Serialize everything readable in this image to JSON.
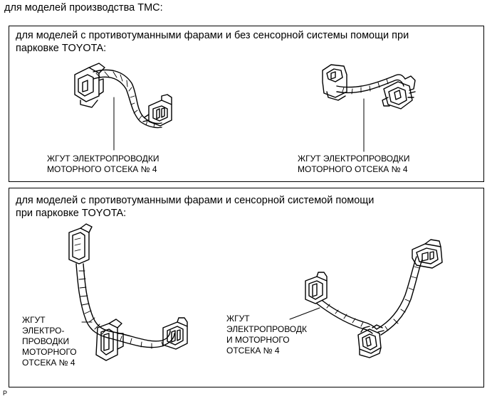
{
  "heading": "для моделей производства TMC:",
  "panel1": {
    "title_line1": "для моделей с противотуманными фарами и без сенсорной системы помощи при",
    "title_line2": "парковке TOYOTA:",
    "left_label": [
      "ЖГУТ ЭЛЕКТРОПРОВОДКИ",
      "МОТОРНОГО ОТСЕКА № 4"
    ],
    "right_label": [
      "ЖГУТ ЭЛЕКТРОПРОВОДКИ",
      "МОТОРНОГО ОТСЕКА № 4"
    ]
  },
  "panel2": {
    "title_line1": "для моделей с противотуманными фарами и сенсорной системой помощи",
    "title_line2": "при парковке TOYOTA:",
    "left_label": [
      "ЖГУТ",
      "ЭЛЕКТРО-",
      "ПРОВОДКИ",
      "МОТОРНОГО",
      "ОТСЕКА № 4"
    ],
    "right_label": [
      "ЖГУТ",
      "ЭЛЕКТРОПРОВОДК",
      "И МОТОРНОГО",
      "ОТСЕКА № 4"
    ]
  },
  "footer": "P",
  "icons": {
    "harness_1": "wire-harness-icon",
    "harness_2": "wire-harness-icon",
    "harness_3": "wire-harness-icon",
    "harness_4": "wire-harness-icon"
  }
}
